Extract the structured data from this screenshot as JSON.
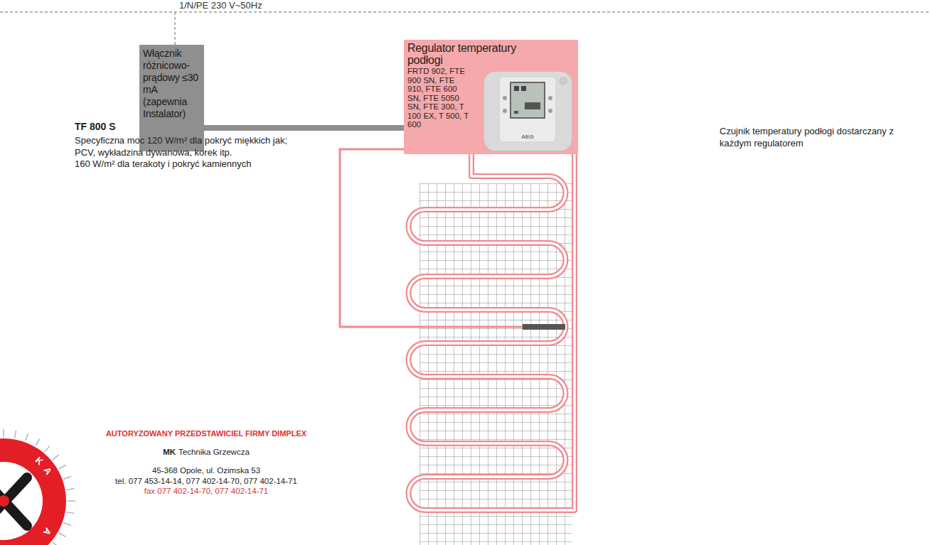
{
  "diagram": {
    "nodes": [
      {
        "text": [
          "Włącznik różnicowo-prądowy ≤30 mA (zapewnia Instalator)"
        ]
      },
      {
        "text": [
          "Regulator temperatury podłogi",
          "FRTD 902, FTE 900 SN, FTE 910, FTE 600 SN, FTE 5050 SN, FTE 300, T 100 EX, T 500, T 600"
        ]
      }
    ],
    "edges": [
      {
        "from": 0,
        "to": 1,
        "arrow": "none"
      }
    ],
    "labels": [
      "1/N/PE 230 V~50Hz",
      "TF 800 S",
      "Specyficzna moc 120 W/m² dla pokryć miękkich jak; PCV, wykładzina dywanowa, korek itp.",
      "160 W/m² dla terakoty i pokryć kamiennych",
      "Czujnik temperatury podłogi dostarczany z każdym regulatorem",
      "AUTORYZOWANY PRZEDSTAWICIEL FIRMY DIMPLEX",
      "MK",
      "Technika Grzewcza",
      "45-368 Opole, ul. Ozimska 53",
      "tel. 077 453-14-14, 077 402-14-70, 077 402-14-71",
      "fax 077 402-14-70, 077 402-14-71",
      "K",
      "A",
      "A",
      "AEG"
    ]
  }
}
